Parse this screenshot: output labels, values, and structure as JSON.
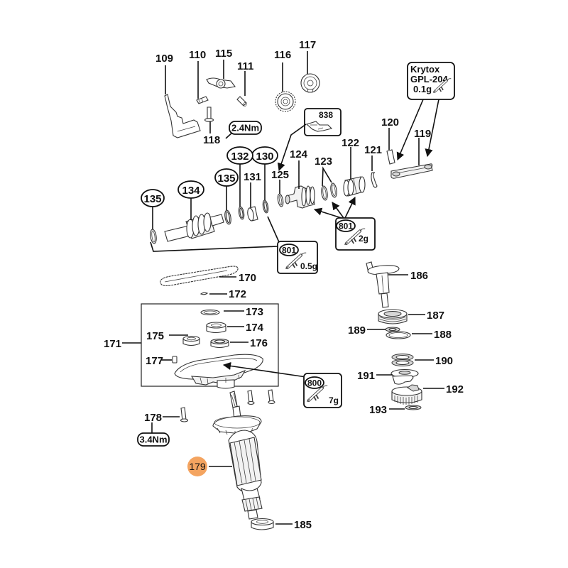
{
  "diagram": {
    "title": "Exploded parts diagram - gearbox, hammer mechanism and armature",
    "highlight_color": "#f4a460",
    "ink_color": "#111111",
    "parts": [
      {
        "id": "109",
        "label": "109",
        "description": "bracket plate"
      },
      {
        "id": "110",
        "label": "110",
        "description": "small screw pin"
      },
      {
        "id": "111",
        "label": "111",
        "description": "pin"
      },
      {
        "id": "115",
        "label": "115",
        "description": "lever with hub"
      },
      {
        "id": "116",
        "label": "116",
        "description": "toothed wheel"
      },
      {
        "id": "117",
        "label": "117",
        "description": "disc cam"
      },
      {
        "id": "118",
        "label": "118",
        "description": "screw"
      },
      {
        "id": "119",
        "label": "119",
        "description": "connecting bar"
      },
      {
        "id": "120",
        "label": "120",
        "description": "cylinder pin"
      },
      {
        "id": "121",
        "label": "121",
        "description": "circlip"
      },
      {
        "id": "122",
        "label": "122",
        "description": "cylinder sleeve"
      },
      {
        "id": "123",
        "label": "123",
        "description": "o-rings"
      },
      {
        "id": "124",
        "label": "124",
        "description": "striker"
      },
      {
        "id": "125",
        "label": "125",
        "description": "ring"
      },
      {
        "id": "130",
        "label": "130",
        "description": "ring",
        "circled": true
      },
      {
        "id": "131",
        "label": "131",
        "description": "sleeve"
      },
      {
        "id": "132",
        "label": "132",
        "description": "ring",
        "circled": true
      },
      {
        "id": "134",
        "label": "134",
        "description": "tool holder shaft",
        "circled": true
      },
      {
        "id": "135a",
        "label": "135",
        "description": "ring",
        "circled": true
      },
      {
        "id": "135b",
        "label": "135",
        "description": "ring",
        "circled": true
      },
      {
        "id": "170",
        "label": "170",
        "description": "belt/gasket"
      },
      {
        "id": "171",
        "label": "171",
        "description": "bearing plate assembly"
      },
      {
        "id": "172",
        "label": "172",
        "description": "clip"
      },
      {
        "id": "173",
        "label": "173",
        "description": "washer"
      },
      {
        "id": "174",
        "label": "174",
        "description": "bearing"
      },
      {
        "id": "175",
        "label": "175",
        "description": "bearing"
      },
      {
        "id": "176",
        "label": "176",
        "description": "seal"
      },
      {
        "id": "177",
        "label": "177",
        "description": "pin"
      },
      {
        "id": "178",
        "label": "178",
        "description": "screw"
      },
      {
        "id": "179",
        "label": "179",
        "description": "armature",
        "highlighted": true
      },
      {
        "id": "185",
        "label": "185",
        "description": "bearing"
      },
      {
        "id": "186",
        "label": "186",
        "description": "shaft"
      },
      {
        "id": "187",
        "label": "187",
        "description": "bearing"
      },
      {
        "id": "188",
        "label": "188",
        "description": "washer"
      },
      {
        "id": "189",
        "label": "189",
        "description": "ring"
      },
      {
        "id": "190",
        "label": "190",
        "description": "clutch ring"
      },
      {
        "id": "191",
        "label": "191",
        "description": "clutch plate"
      },
      {
        "id": "192",
        "label": "192",
        "description": "gear"
      },
      {
        "id": "193",
        "label": "193",
        "description": "washer"
      }
    ],
    "torque_specs": [
      {
        "part": "118",
        "value": "2.4Nm"
      },
      {
        "part": "178",
        "value": "3.4Nm"
      }
    ],
    "lubricant_callouts": [
      {
        "code": "838",
        "amount": "",
        "icon": "tool-kit-icon"
      },
      {
        "code": "",
        "brand": "Krytox",
        "product": "GPL-204",
        "amount": "0.1g",
        "icon": "grease-gun-icon"
      },
      {
        "code": "801",
        "amount": "2g",
        "icon": "grease-gun-icon"
      },
      {
        "code": "801",
        "amount": "0.5g",
        "icon": "grease-gun-icon"
      },
      {
        "code": "800",
        "amount": "7g",
        "icon": "grease-gun-icon"
      }
    ]
  }
}
